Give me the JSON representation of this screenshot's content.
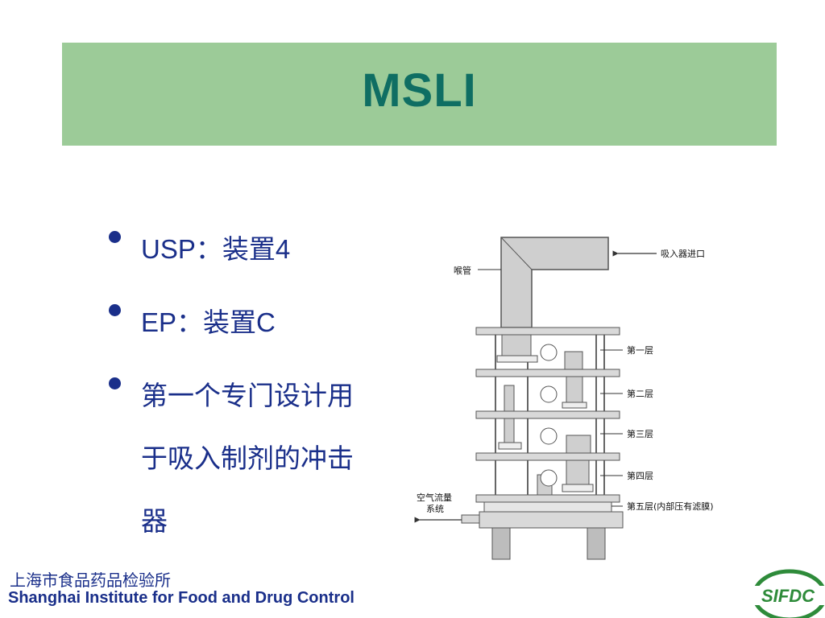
{
  "slide": {
    "title": "MSLI"
  },
  "bullets": [
    {
      "text": "USP：装置4"
    },
    {
      "text": "EP：装置C"
    },
    {
      "text": "第一个专门设计用于吸入制剂的冲击器"
    }
  ],
  "diagram": {
    "labels": {
      "inlet": "吸入器进口",
      "throat": "喉管",
      "stage1": "第一层",
      "stage2": "第二层",
      "stage3": "第三层",
      "stage4": "第四层",
      "stage5": "第五层(内部压有滤膜)",
      "airflow_line1": "空气流量",
      "airflow_line2": "系统"
    }
  },
  "footer": {
    "cn": "上海市食品药品检验所",
    "en": "Shanghai Institute for Food and Drug Control",
    "logo_text": "SIFDC"
  },
  "colors": {
    "title_band": "#9ccb98",
    "title_text": "#0f6e63",
    "body_text": "#1a2f8a",
    "logo_green": "#2e8b3a"
  }
}
